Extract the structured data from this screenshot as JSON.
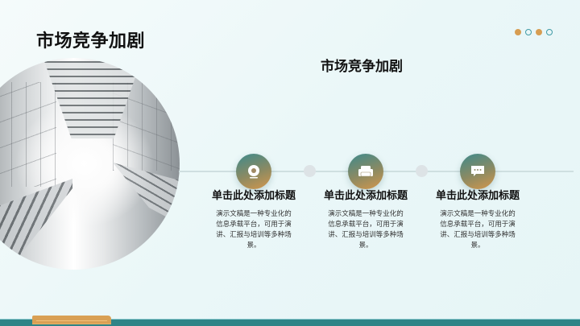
{
  "slide": {
    "title": "市场竞争加剧",
    "subtitle": "市场竞争加剧",
    "decoration_dots": [
      "filled",
      "ring",
      "filled",
      "ring"
    ],
    "colors": {
      "accent_orange": "#d79d52",
      "accent_teal": "#2f8487",
      "ring_teal": "#3f9aa6",
      "background": "#eaf7f8"
    },
    "photo": {
      "icon": "building-photo"
    },
    "steps": [
      {
        "icon": "webcam-icon",
        "title": "单击此处添加标题",
        "description": "演示文稿是一种专业化的信息承载平台，可用于演讲、汇报与培训等多种场景。"
      },
      {
        "icon": "sofa-icon",
        "title": "单击此处添加标题",
        "description": "演示文稿是一种专业化的信息承载平台，可用于演讲、汇报与培训等多种场景。"
      },
      {
        "icon": "chat-bubble-icon",
        "title": "单击此处添加标题",
        "description": "演示文稿是一种专业化的信息承载平台，可用于演讲、汇报与培训等多种场景。"
      }
    ]
  }
}
